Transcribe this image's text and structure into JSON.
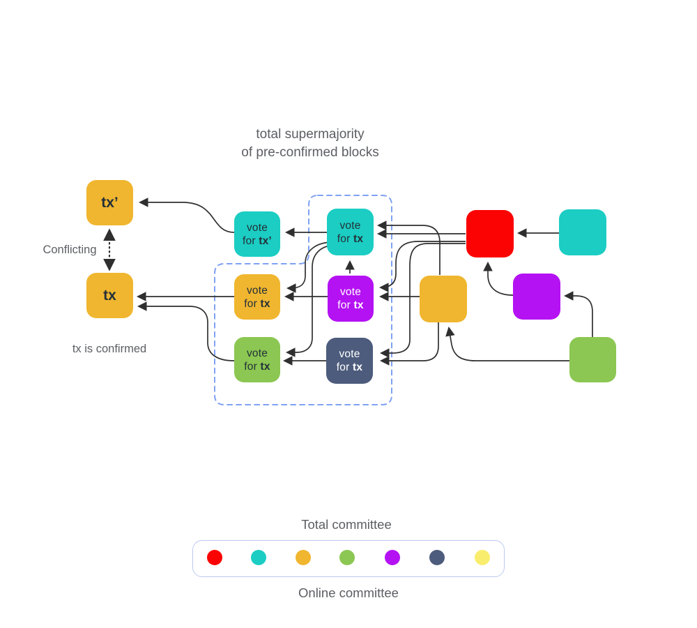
{
  "title": {
    "line1": "total supermajority",
    "line2": "of pre-confirmed blocks"
  },
  "side_labels": {
    "conflicting": "Conflicting",
    "tx_confirmed": "tx is confirmed"
  },
  "chain_blocks": {
    "tx_prime_label": "tx’",
    "tx_label": "tx"
  },
  "vote_blocks": {
    "teal_tx_prime": {
      "line1": "vote",
      "line2_prefix": "for ",
      "line2_bold": "tx’"
    },
    "teal_tx": {
      "line1": "vote",
      "line2_prefix": "for ",
      "line2_bold": "tx"
    },
    "yellow_tx": {
      "line1": "vote",
      "line2_prefix": "for ",
      "line2_bold": "tx"
    },
    "purple_tx": {
      "line1": "vote",
      "line2_prefix": "for ",
      "line2_bold": "tx"
    },
    "green_tx": {
      "line1": "vote",
      "line2_prefix": "for ",
      "line2_bold": "tx"
    },
    "slate_tx": {
      "line1": "vote",
      "line2_prefix": "for ",
      "line2_bold": "tx"
    }
  },
  "legend": {
    "top_label": "Total committee",
    "bottom_label": "Online committee",
    "dot_order": [
      "red",
      "teal",
      "yellow",
      "green",
      "purple",
      "slate",
      "light_yellow"
    ]
  },
  "colors": {
    "red": "#FC0303",
    "teal": "#1BCDC3",
    "yellow": "#F0B62F",
    "green": "#8BC752",
    "purple": "#B412F3",
    "slate": "#4D5C7C",
    "light_yellow": "#F9ED6E",
    "dashed_outline": "#7FA1F4",
    "legend_border": "#BCC9EF",
    "arrow": "#2F2F2F",
    "text_gray": "#5C5E63"
  }
}
